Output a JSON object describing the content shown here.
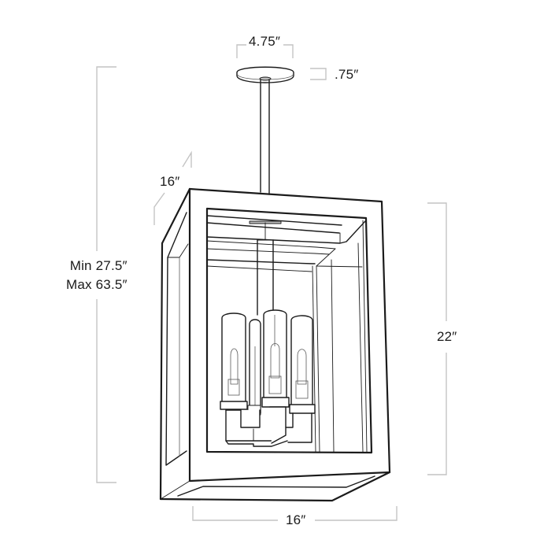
{
  "diagram": {
    "subject": "four-light rectangular lantern pendant",
    "dimensions": {
      "canopy_width": "4.75″",
      "canopy_height": ".75″",
      "depth": "16″",
      "overall_height_min": "Min 27.5″",
      "overall_height_max": "Max 63.5″",
      "body_height": "22″",
      "width": "16″"
    },
    "colors": {
      "line_art": "#1b1b1b",
      "dimension_lines": "#c4c4c4",
      "background": "#ffffff",
      "text": "#1a1a1a"
    },
    "light_count": 4
  }
}
